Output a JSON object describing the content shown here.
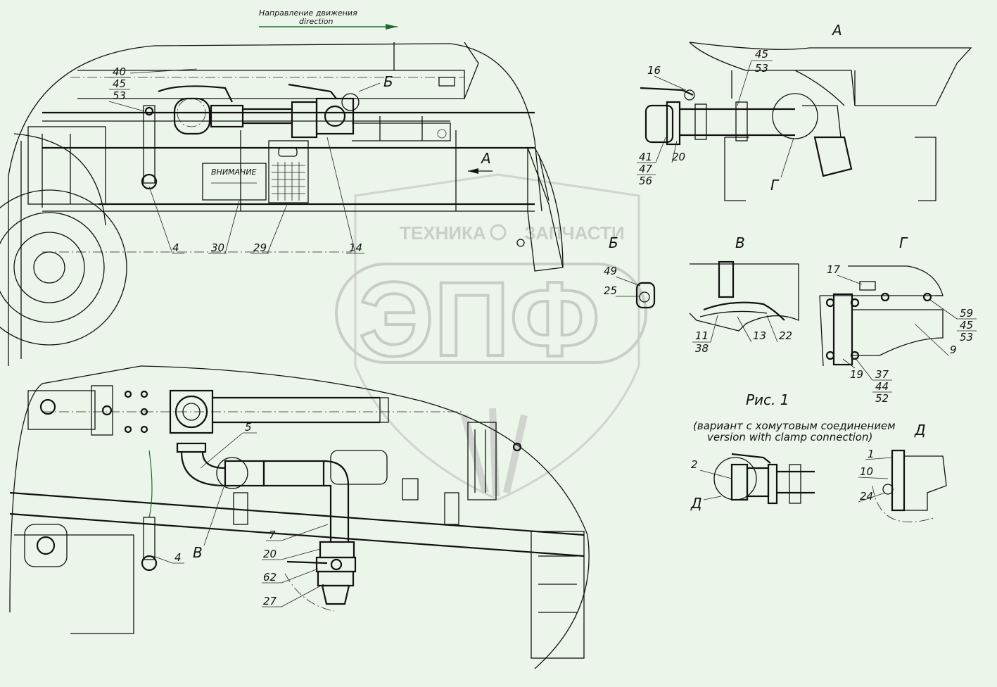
{
  "header": {
    "direction_ru": "Направление движения",
    "direction_en": "direction"
  },
  "watermark": {
    "top_left": "ТЕХНИКА",
    "top_right": "ЗАПЧАСТИ",
    "emblem": "ЭПФ"
  },
  "views": {
    "a": "А",
    "a_arrow": "А",
    "b": "Б",
    "b_callout": "Б",
    "v": "В",
    "v_callout": "В",
    "g": "Г",
    "g_callout": "Г",
    "d": "Д",
    "d_callout": "Д"
  },
  "figure": {
    "caption": "Рис. 1",
    "variant_ru": "(вариант с хомутовым соединением",
    "variant_en": "version with clamp connection)"
  },
  "plate": {
    "text": "ВНИМАНИЕ"
  },
  "callouts": {
    "main_stack": [
      "40",
      "45",
      "53"
    ],
    "main_bottom": [
      "4",
      "30",
      "29",
      "14"
    ],
    "lower": [
      "5",
      "7",
      "20",
      "62",
      "27",
      "4"
    ],
    "a_top": [
      "45",
      "53"
    ],
    "a_16": "16",
    "a_left": [
      "41",
      "47",
      "56"
    ],
    "a_20": "20",
    "b_parts": [
      "49",
      "25"
    ],
    "v_parts": [
      "11",
      "38",
      "13",
      "22"
    ],
    "g_parts": [
      "17",
      "59",
      "45",
      "53",
      "9",
      "19",
      "37",
      "44",
      "52"
    ],
    "var_parts": [
      "2"
    ],
    "d_parts": [
      "1",
      "10",
      "24"
    ]
  }
}
